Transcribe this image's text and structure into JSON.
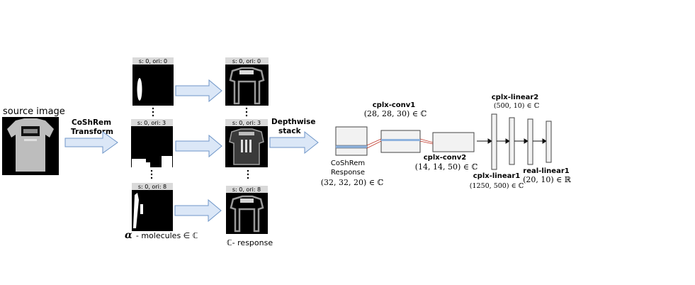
{
  "source": {
    "label": "source image"
  },
  "coshrem_transform": {
    "line1": "CoShRem",
    "line2": "Transform"
  },
  "depthwise": {
    "line1": "Depthwise",
    "line2": "stack"
  },
  "molecules": {
    "headers": [
      "s: 0, ori: 0",
      "s: 0, ori: 3",
      "s: 0, ori: 8"
    ],
    "caption_symbol": "α",
    "caption_text": "- molecules ∈ ℂ"
  },
  "responses": {
    "headers": [
      "s: 0, ori: 0",
      "s: 0, ori: 3",
      "s: 0, ori: 8"
    ],
    "caption": "ℂ- response"
  },
  "network": {
    "coshrem_response": {
      "line1": "CoShRem",
      "line2": "Response",
      "shape": "(32, 32, 20) ∈ ℂ"
    },
    "conv1": {
      "name": "cplx-conv1",
      "shape": "(28, 28, 30) ∈ ℂ"
    },
    "conv2": {
      "name": "cplx-conv2",
      "shape": "(14, 14, 50) ∈ ℂ"
    },
    "linear1": {
      "name": "cplx-linear1",
      "shape": "(1250, 500) ∈ ℂ"
    },
    "linear2": {
      "name": "cplx-linear2",
      "shape": "(500, 10) ∈ ℂ"
    },
    "real_linear": {
      "name": "real-linear1",
      "shape": "(20, 10) ∈ ℝ"
    }
  },
  "colors": {
    "arrow_fill": "#dbe7f7",
    "arrow_stroke": "#6f96c8",
    "box_fill": "#f2f2f2",
    "box_stroke": "#444444",
    "highlight": "#8fb3de",
    "link": "#c0392b"
  }
}
